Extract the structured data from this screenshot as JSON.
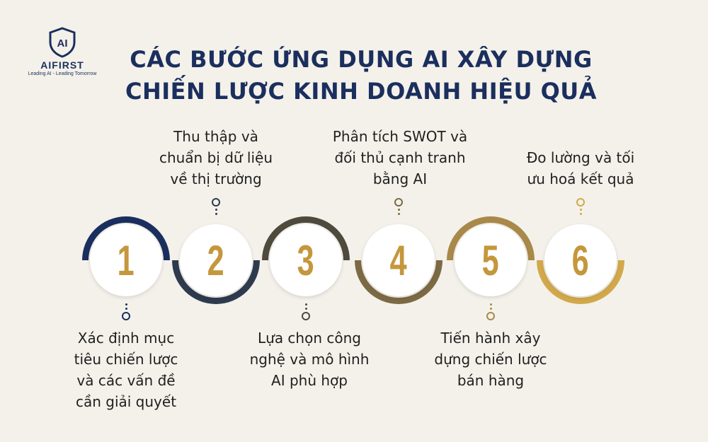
{
  "logo": {
    "name": "AIFIRST",
    "tagline": "Leading AI - Leading Tomorrow",
    "mark_text": "AI",
    "color": "#1b2f5e"
  },
  "title": {
    "line1": "CÁC BƯỚC ỨNG DỤNG AI XÂY DỰNG",
    "line2": "CHIẾN LƯỢC KINH DOANH HIỆU QUẢ"
  },
  "colors": {
    "background": "#f4f1ea",
    "title": "#1b2f5e",
    "number": "#c5973c",
    "ring_gradient": [
      "#1b2f5e",
      "#2e3b4e",
      "#4f4a3e",
      "#7c6a45",
      "#a8894a",
      "#d2a84a"
    ]
  },
  "steps": [
    {
      "number": "1",
      "label": [
        "Xác định mục",
        "tiêu chiến lược",
        "và các vấn đề",
        "cần giải quyết"
      ],
      "position": "below",
      "color": "#1b2f5e"
    },
    {
      "number": "2",
      "label": [
        "Thu thập và",
        "chuẩn bị dữ liệu",
        "về thị trường"
      ],
      "position": "above",
      "color": "#2e3b4e"
    },
    {
      "number": "3",
      "label": [
        "Lựa chọn công",
        "nghệ và mô hình",
        "AI phù hợp"
      ],
      "position": "below",
      "color": "#4f4a3e"
    },
    {
      "number": "4",
      "label": [
        "Phân tích SWOT và",
        "đối thủ cạnh tranh",
        "bằng AI"
      ],
      "position": "above",
      "color": "#7c6a45"
    },
    {
      "number": "5",
      "label": [
        "Tiến hành xây",
        "dựng chiến lược",
        "bán hàng"
      ],
      "position": "below",
      "color": "#a8894a"
    },
    {
      "number": "6",
      "label": [
        "Đo lường và tối",
        "ưu hoá kết quả"
      ],
      "position": "above",
      "color": "#d2a84a"
    }
  ]
}
